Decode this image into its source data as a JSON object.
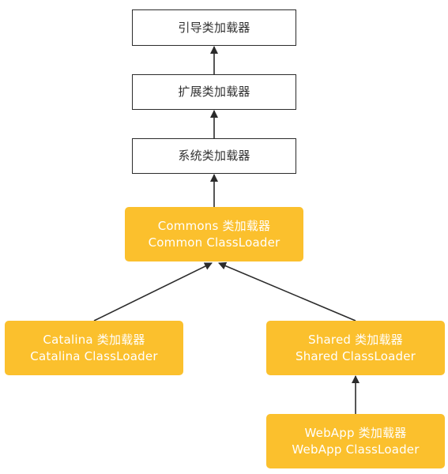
{
  "nodes": {
    "bootstrap": {
      "line1": "引导类加载器"
    },
    "extension": {
      "line1": "扩展类加载器"
    },
    "system": {
      "line1": "系统类加载器"
    },
    "common": {
      "line1": "Commons 类加载器",
      "line2": "Common ClassLoader"
    },
    "catalina": {
      "line1": "Catalina 类加载器",
      "line2": "Catalina ClassLoader"
    },
    "shared": {
      "line1": "Shared 类加载器",
      "line2": "Shared ClassLoader"
    },
    "webapp": {
      "line1": "WebApp 类加载器",
      "line2": "WebApp ClassLoader"
    }
  },
  "edges": [
    {
      "from": "extension",
      "to": "bootstrap"
    },
    {
      "from": "system",
      "to": "extension"
    },
    {
      "from": "common",
      "to": "system"
    },
    {
      "from": "catalina",
      "to": "common"
    },
    {
      "from": "shared",
      "to": "common"
    },
    {
      "from": "webapp",
      "to": "shared"
    }
  ],
  "colors": {
    "highlight_fill": "#fbc02d",
    "highlight_text": "#ffffff",
    "plain_border": "#2b2b2b",
    "plain_text": "#333333",
    "arrow": "#2b2b2b"
  }
}
